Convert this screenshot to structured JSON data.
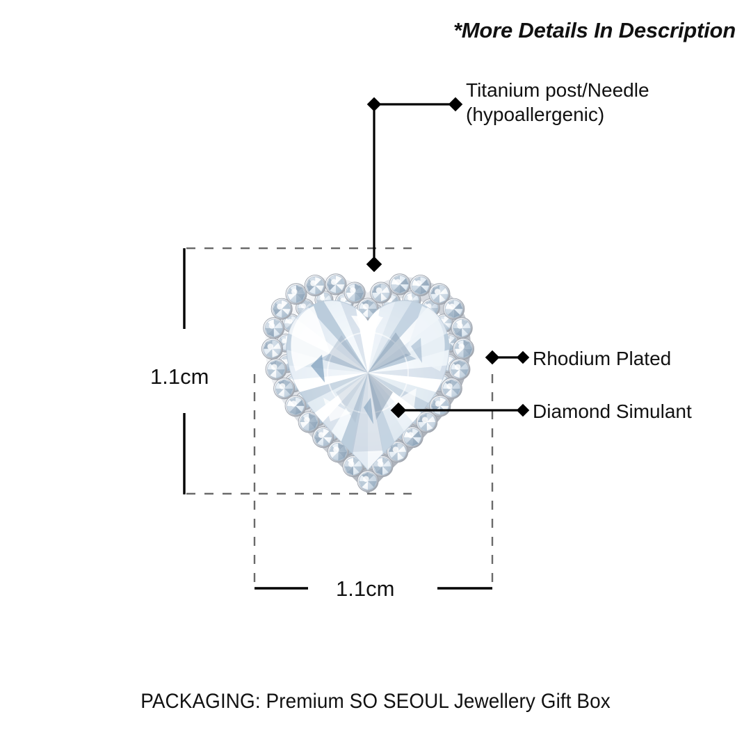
{
  "header": {
    "note": "*More Details In Description"
  },
  "product": {
    "type": "heart-halo-stud-earring",
    "center_stone": "heart-cut-diamond-simulant",
    "halo": "round-brilliant-stones",
    "metal_color": "#c9ccd2"
  },
  "callouts": [
    {
      "id": "titanium",
      "label": "Titanium post/Needle\n(hypoallergenic)",
      "marker": "diamond-marker",
      "leader": "elbow-down"
    },
    {
      "id": "rhodium",
      "label": "Rhodium Plated",
      "marker": "diamond-marker",
      "leader": "horizontal"
    },
    {
      "id": "simulant",
      "label": "Diamond Simulant",
      "marker": "diamond-marker",
      "leader": "horizontal"
    }
  ],
  "dimensions": {
    "height": {
      "value": "1.1cm",
      "axis": "vertical"
    },
    "width": {
      "value": "1.1cm",
      "axis": "horizontal"
    }
  },
  "footer": {
    "packaging": "PACKAGING: Premium SO SEOUL Jewellery Gift Box"
  },
  "colors": {
    "background": "#ffffff",
    "text": "#111111",
    "line": "#000000",
    "dashed_line": "#6a6a6a",
    "gem_light": "#ffffff",
    "gem_mid": "#dce5ee",
    "gem_shadow": "#93a6bb",
    "gem_blue": "#6f8fb0",
    "metal": "#c9ccd2"
  }
}
